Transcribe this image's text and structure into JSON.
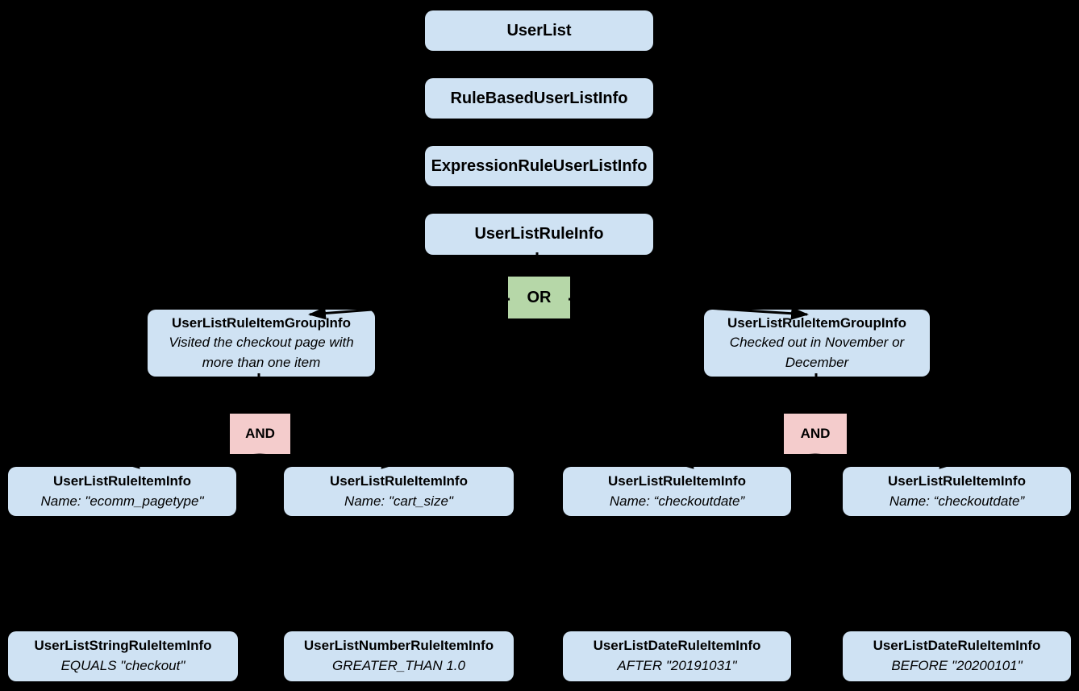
{
  "diagram": {
    "background_color": "#000000",
    "colors": {
      "node_fill": "#cfe2f3",
      "or_fill": "#b6d7a8",
      "and_fill": "#f4cccc",
      "text": "#000000",
      "connector": "#000000"
    },
    "chain": [
      {
        "label": "UserList"
      },
      {
        "label": "RuleBasedUserListInfo"
      },
      {
        "label": "ExpressionRuleUserListInfo"
      },
      {
        "label": "UserListRuleInfo"
      }
    ],
    "operators": {
      "or": "OR",
      "and": "AND"
    },
    "groups": [
      {
        "title": "UserListRuleItemGroupInfo",
        "subtitle": "Visited the checkout page with more than one item"
      },
      {
        "title": "UserListRuleItemGroupInfo",
        "subtitle": "Checked out in November or December"
      }
    ],
    "rule_items": [
      {
        "title": "UserListRuleItemInfo",
        "subtitle": "Name: \"ecomm_pagetype\""
      },
      {
        "title": "UserListRuleItemInfo",
        "subtitle": "Name: \"cart_size\""
      },
      {
        "title": "UserListRuleItemInfo",
        "subtitle": "Name: “checkoutdate”"
      },
      {
        "title": "UserListRuleItemInfo",
        "subtitle": "Name: “checkoutdate”"
      }
    ],
    "leaf_items": [
      {
        "title": "UserListStringRuleItemInfo",
        "subtitle": "EQUALS \"checkout\""
      },
      {
        "title": "UserListNumberRuleItemInfo",
        "subtitle": "GREATER_THAN 1.0"
      },
      {
        "title": "UserListDateRuleItemInfo",
        "subtitle": "AFTER \"20191031\""
      },
      {
        "title": "UserListDateRuleItemInfo",
        "subtitle": "BEFORE \"20200101\""
      }
    ]
  }
}
